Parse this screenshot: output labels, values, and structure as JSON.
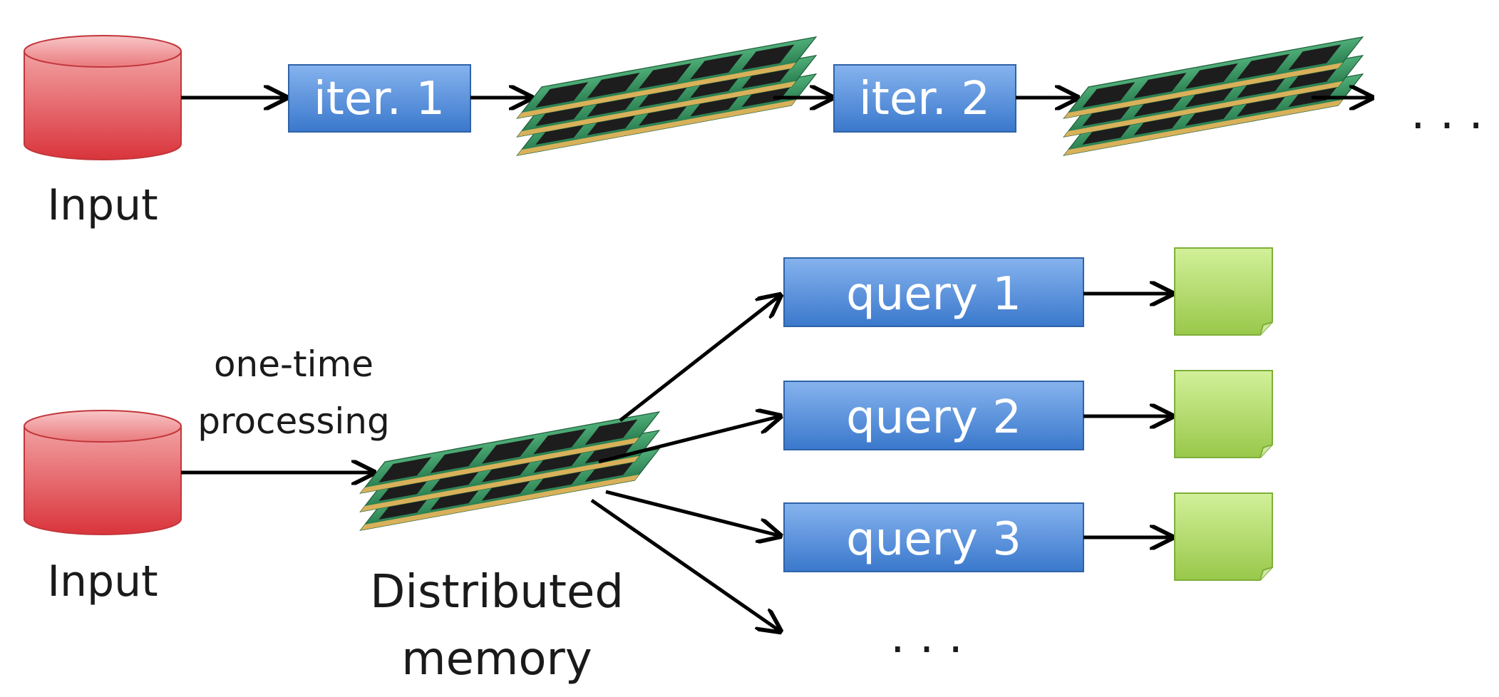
{
  "top_flow": {
    "input_label": "Input",
    "iterations": [
      {
        "label": "iter. 1"
      },
      {
        "label": "iter. 2"
      }
    ],
    "continuation": ". . ."
  },
  "bottom_flow": {
    "input_label": "Input",
    "processing_label_line1": "one-time",
    "processing_label_line2": "processing",
    "memory_label_line1": "Distributed",
    "memory_label_line2": "memory",
    "queries": [
      {
        "label": "query 1"
      },
      {
        "label": "query 2"
      },
      {
        "label": "query 3"
      }
    ],
    "continuation": ". . ."
  },
  "colors": {
    "database": "#e0474c",
    "process_box": "#4a86d4",
    "result_doc": "#a6d65a",
    "memory_board": "#2f8a5a",
    "arrow": "#000000"
  }
}
